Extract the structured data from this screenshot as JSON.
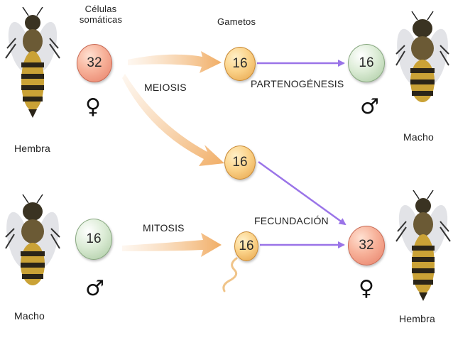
{
  "labels": {
    "somatic_cells": "Células somáticas",
    "gametes": "Gametos",
    "meiosis": "MEIOSIS",
    "parthenogenesis": "PARTENOGÉNESIS",
    "mitosis": "MITOSIS",
    "fertilization": "FECUNDACIÓN"
  },
  "bees": {
    "top_left": "Hembra",
    "top_right": "Macho",
    "bottom_left": "Macho",
    "bottom_right": "Hembra"
  },
  "chromosomes": {
    "female_somatic": "32",
    "male_somatic": "16",
    "egg_parthenogenetic": "16",
    "male_offspring": "16",
    "egg_fertilized": "16",
    "sperm": "16",
    "zygote": "32"
  },
  "symbols": {
    "female": "♀",
    "male": "♂"
  },
  "colors": {
    "pink_cell": "#f7b199",
    "orange_cell": "#fbd38a",
    "green_cell": "#dcecd6",
    "arrow_orange": "#f2b06b",
    "arrow_purple": "#9a74e8",
    "bee_stripe": "#caa236"
  }
}
